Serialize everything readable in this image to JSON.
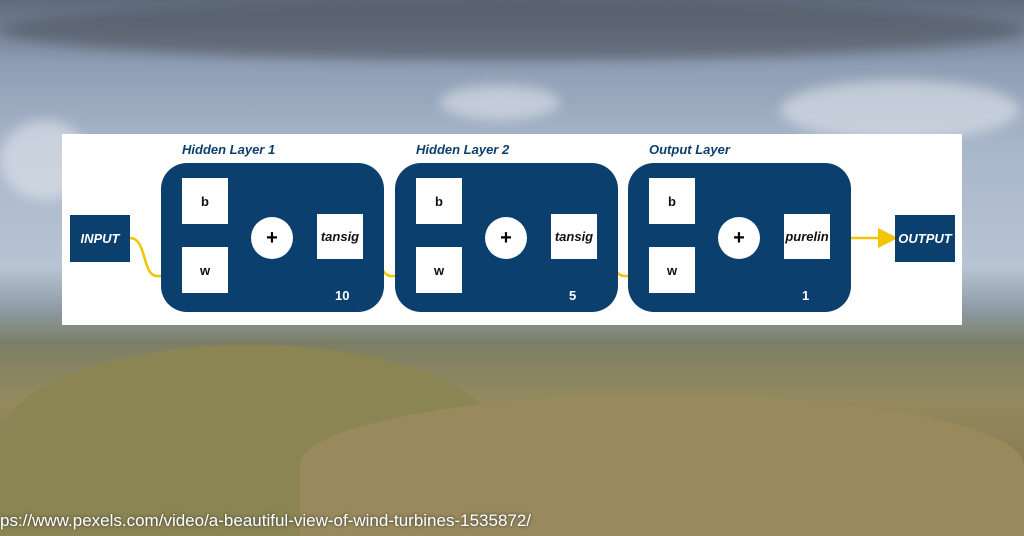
{
  "diagram": {
    "input_label": "INPUT",
    "output_label": "OUTPUT",
    "layers": [
      {
        "title": "Hidden Layer 1",
        "bias": "b",
        "weight": "w",
        "sum": "+",
        "transfer": "tansig",
        "neurons": "10"
      },
      {
        "title": "Hidden Layer 2",
        "bias": "b",
        "weight": "w",
        "sum": "+",
        "transfer": "tansig",
        "neurons": "5"
      },
      {
        "title": "Output Layer",
        "bias": "b",
        "weight": "w",
        "sum": "+",
        "transfer": "purelin",
        "neurons": "1"
      }
    ],
    "colors": {
      "box": "#0b3f6e",
      "arrow": "#f2c500"
    }
  },
  "source_url": "ps://www.pexels.com/video/a-beautiful-view-of-wind-turbines-1535872/"
}
